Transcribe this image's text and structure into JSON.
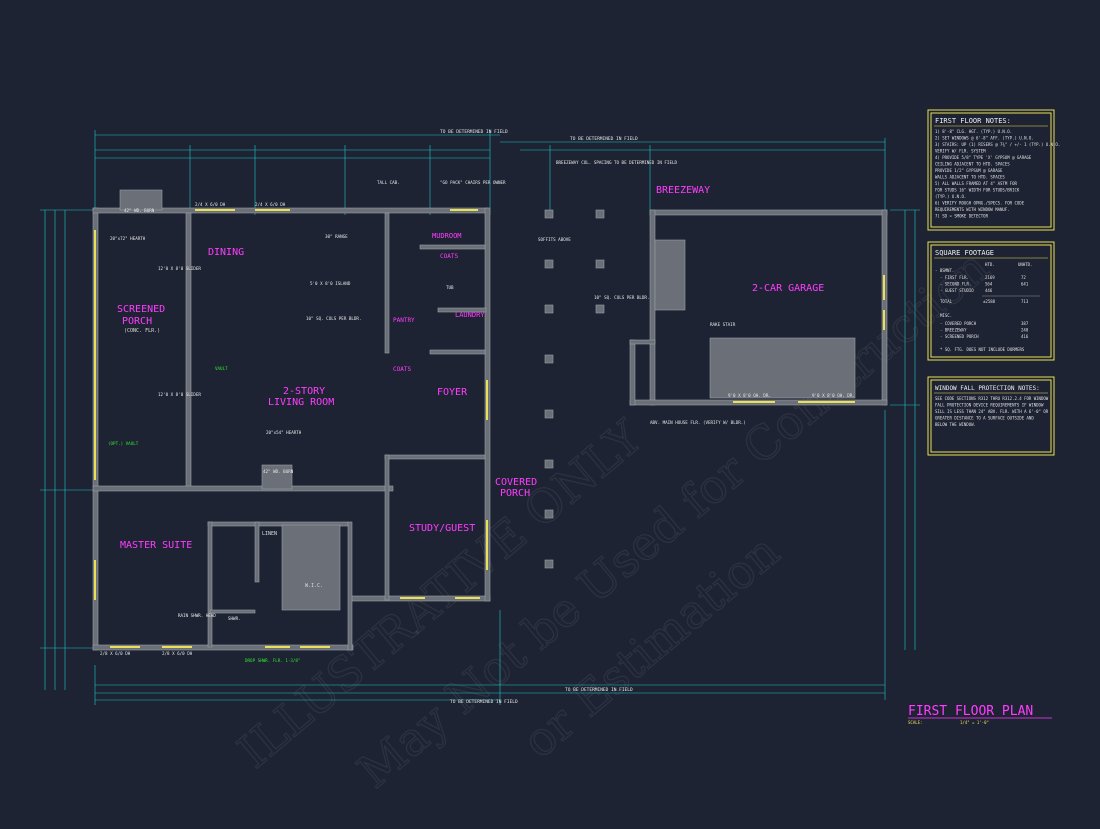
{
  "sheet": {
    "title": "FIRST FLOOR PLAN",
    "scale_label": "SCALE:",
    "scale_value": "1/4\" = 1'-0\""
  },
  "field_notes": {
    "top_outer": "TO BE DETERMINED IN FIELD",
    "top_inner": "TO BE DETERMINED IN FIELD",
    "bottom_inner": "TO BE DETERMINED IN FIELD",
    "bottom_outer": "TO BE DETERMINED IN FIELD"
  },
  "rooms": {
    "screened_porch": "SCREENED PORCH",
    "screened_porch_sub": "(CONC. FLR.)",
    "dining": "DINING",
    "living": "2-STORY LIVING ROOM",
    "foyer": "FOYER",
    "mudroom": "MUDROOM",
    "laundry": "LAUNDRY",
    "pantry": "PANTRY",
    "coats": "COATS",
    "master_suite": "MASTER SUITE",
    "study": "STUDY/GUEST",
    "covered_porch": "COVERED PORCH",
    "breezeway": "BREEZEWAY",
    "garage": "2-CAR GARAGE",
    "linen": "LINEN",
    "wic": "W.I.C."
  },
  "annotations": {
    "wd_burn_1": "42\" WD. BURN",
    "hearth_1": "20\"x72\" HEARTH",
    "slider_1": "12'0 X 8'0 SLIDER",
    "slider_2": "12'0 X 8'0 SLIDER",
    "vault_1": "VAULT",
    "vault_2": "(OPT.) VAULT",
    "island": "5'0 X 8'0 ISLAND",
    "range": "30\" RANGE",
    "tall_cab": "TALL CAB.",
    "go_pack": "\"GO PACK\" CHAIRS PER OWNER",
    "soffits": "SOFFITS ABOVE",
    "sq_cols_1": "10\" SQ. COLS PER BLDR.",
    "sq_cols_2": "10\" SQ. COLS PER BLDR.",
    "breezeway_note": "BREEZEWAY COL. SPACING TO BE DETERMINED IN FIELD",
    "hearth_2": "20\"x54\" HEARTH",
    "wd_burn_2": "42\" WD. BURN",
    "rain_head": "RAIN SHWR. HEAD",
    "drop_shwr": "DROP SHWR. FLR. 1-3/8\"",
    "rake_stair": "RAKE STAIR",
    "main_house_flr": "ABV. MAIN HOUSE FLR. (VERIFY W/ BLDR.)",
    "garage_door_1": "9'0 X 8'0 OH. DR.",
    "garage_door_2": "9'0 X 8'0 OH. DR.",
    "dh_1": "2/4 X 6/0 DH",
    "dh_2": "2/4 X 6/0 DH",
    "dh_3": "2/8 X 6/0 DH",
    "dh_4": "2/8 X 6/0 DH",
    "tub": "TUB",
    "shwr": "SHWR."
  },
  "panels": {
    "notes": {
      "title": "FIRST FLOOR NOTES:",
      "lines": [
        "1) 8'-8\" CLG. HGT. (TYP.) U.N.O.",
        "2) SET WINDOWS @ 6'-8\" AFF. (TYP.) U.N.O.",
        "3) STAIRS: UP (1) RISERS @ 7¾\" / +/- 1 (TYP.) U.N.O.",
        "   VERIFY W/ FLR. SYSTEM",
        "4) PROVIDE 5/8\" TYPE 'X' GYPSUM @ GARAGE",
        "   CEILING ADJACENT TO HTD. SPACES",
        "   PROVIDE 1/2\" GYPSUM @ GARAGE",
        "   WALLS ADJACENT TO HTD. SPACES",
        "5) ALL WALLS FRAMED AT 4\" ASTM FOR",
        "   FOR STUDS 16\" WIDTH FOR STUDS/BRICK",
        "   (TYP.) U.N.O.",
        "6) VERIFY ROUGH OPNG./SPECS. FOR CODE",
        "   REQUIREMENTS WITH WINDOW MANUF.",
        "7) SD = SMOKE DETECTOR"
      ]
    },
    "sqft": {
      "title": "SQUARE FOOTAGE",
      "col_htd": "HTD.",
      "col_unhtd": "UNHTD.",
      "heading_rows": "- BSMNT.",
      "rows": [
        {
          "label": "- FIRST FLR.",
          "htd": "2169",
          "unhtd": "72"
        },
        {
          "label": "- SECOND FLR.",
          "htd": "564",
          "unhtd": "641"
        },
        {
          "label": "- GUEST STUDIO",
          "htd": "446",
          "unhtd": ""
        }
      ],
      "total_label": "TOTAL",
      "total_htd": "±2588",
      "total_unhtd": "713",
      "misc_label": "MISC.",
      "misc_rows": [
        {
          "label": "- COVERED PORCH",
          "val": "387"
        },
        {
          "label": "- BREEZEWAY",
          "val": "240"
        },
        {
          "label": "- SCREENED PORCH",
          "val": "416"
        }
      ],
      "footnote": "* SQ. FTG. DOES NOT INCLUDE DORMERS"
    },
    "fall": {
      "title": "WINDOW FALL PROTECTION NOTES:",
      "lines": [
        "SEE CODE SECTIONS R312 THRU R312.2.4 FOR WINDOW",
        "FALL PROTECTION DEVICE REQUIREMENTS IF WINDOW",
        "SILL IS LESS THAN 24\" ABV. FLR. WITH A 6'-0\" OR",
        "GREATER DISTANCE TO A SURFACE OUTSIDE AND",
        "BELOW THE WINDOW."
      ]
    }
  },
  "watermark": {
    "line1": "ILLUSTRATIVE ONLY",
    "line2": "May Not be Used for Construction",
    "line3": "or Estimation"
  },
  "colors": {
    "background": "#1e2333",
    "room_labels": "#ff3dff",
    "dimension_lines": "#19c8c8",
    "panel_border": "#e8e055",
    "walls": "#6b6f78"
  }
}
